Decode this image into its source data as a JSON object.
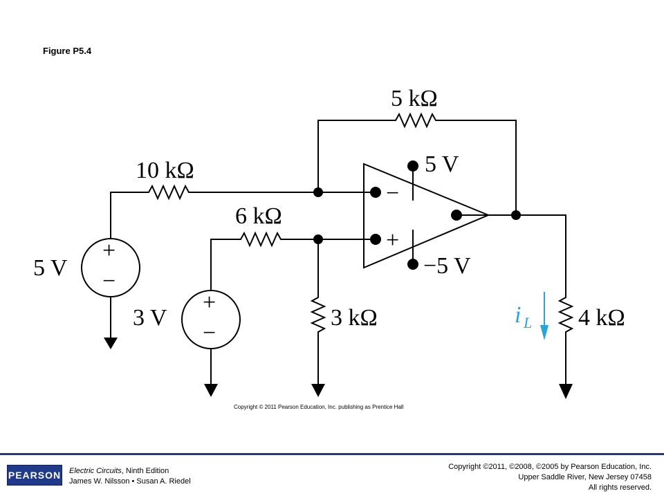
{
  "figure": {
    "title": "Figure P5.4",
    "copyright_line": "Copyright © 2011 Pearson Education, Inc. publishing as Prentice Hall"
  },
  "circuit": {
    "labels": {
      "r_feedback": "5 kΩ",
      "r_input": "10 kΩ",
      "r_plus": "6 kΩ",
      "r_ground": "3 kΩ",
      "r_load": "4 kΩ",
      "v_source_1": "5 V",
      "v_source_2": "3 V",
      "supply_pos": "5 V",
      "supply_neg": "−5 V",
      "inv_sign": "−",
      "noninv_sign": "+",
      "src_plus": "+",
      "src_minus": "−",
      "current_symbol": "i",
      "current_sub": "L"
    },
    "colors": {
      "current_arrow": "#29a3dc",
      "wire": "#000000"
    }
  },
  "footer": {
    "logo_text": "PEARSON",
    "book_title": "Electric Circuits",
    "book_edition": ", Ninth Edition",
    "authors": "James W. Nilsson • Susan A. Riedel",
    "copyright": "Copyright ©2011, ©2008, ©2005 by Pearson Education, Inc.",
    "address": "Upper Saddle River, New Jersey 07458",
    "rights": "All rights reserved.",
    "rule_color": "#1f3a8a"
  }
}
